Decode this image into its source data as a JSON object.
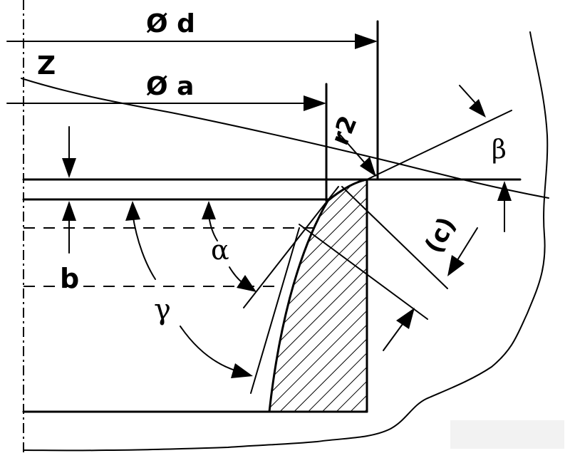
{
  "labels": {
    "diameter_d": "Ø d",
    "diameter_a": "Ø a",
    "z": "Z",
    "r2": "r2",
    "beta": "β",
    "c": "(c)",
    "alpha": "α",
    "b": "b",
    "gamma": "γ"
  }
}
